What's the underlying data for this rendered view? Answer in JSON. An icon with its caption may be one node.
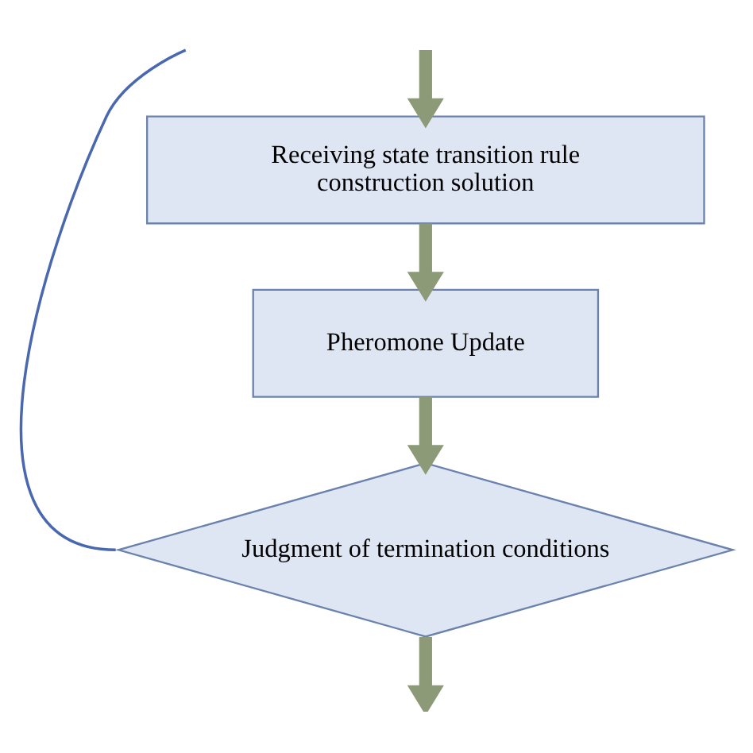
{
  "diagram": {
    "nodes": [
      {
        "text": [
          "Receiving state transition rule construction solution"
        ]
      },
      {
        "text": [
          "Pheromone Update"
        ]
      },
      {
        "text": [
          "Judgment of termination conditions"
        ]
      }
    ],
    "edges": [
      {
        "from": null,
        "to": 0,
        "arrow": "to"
      },
      {
        "from": 0,
        "to": 1,
        "arrow": "to"
      },
      {
        "from": 1,
        "to": 2,
        "arrow": "to"
      },
      {
        "from": 2,
        "to": null,
        "arrow": "none",
        "color": "#4a68b0"
      },
      {
        "from": 2,
        "to": null,
        "arrow": "to"
      }
    ]
  }
}
